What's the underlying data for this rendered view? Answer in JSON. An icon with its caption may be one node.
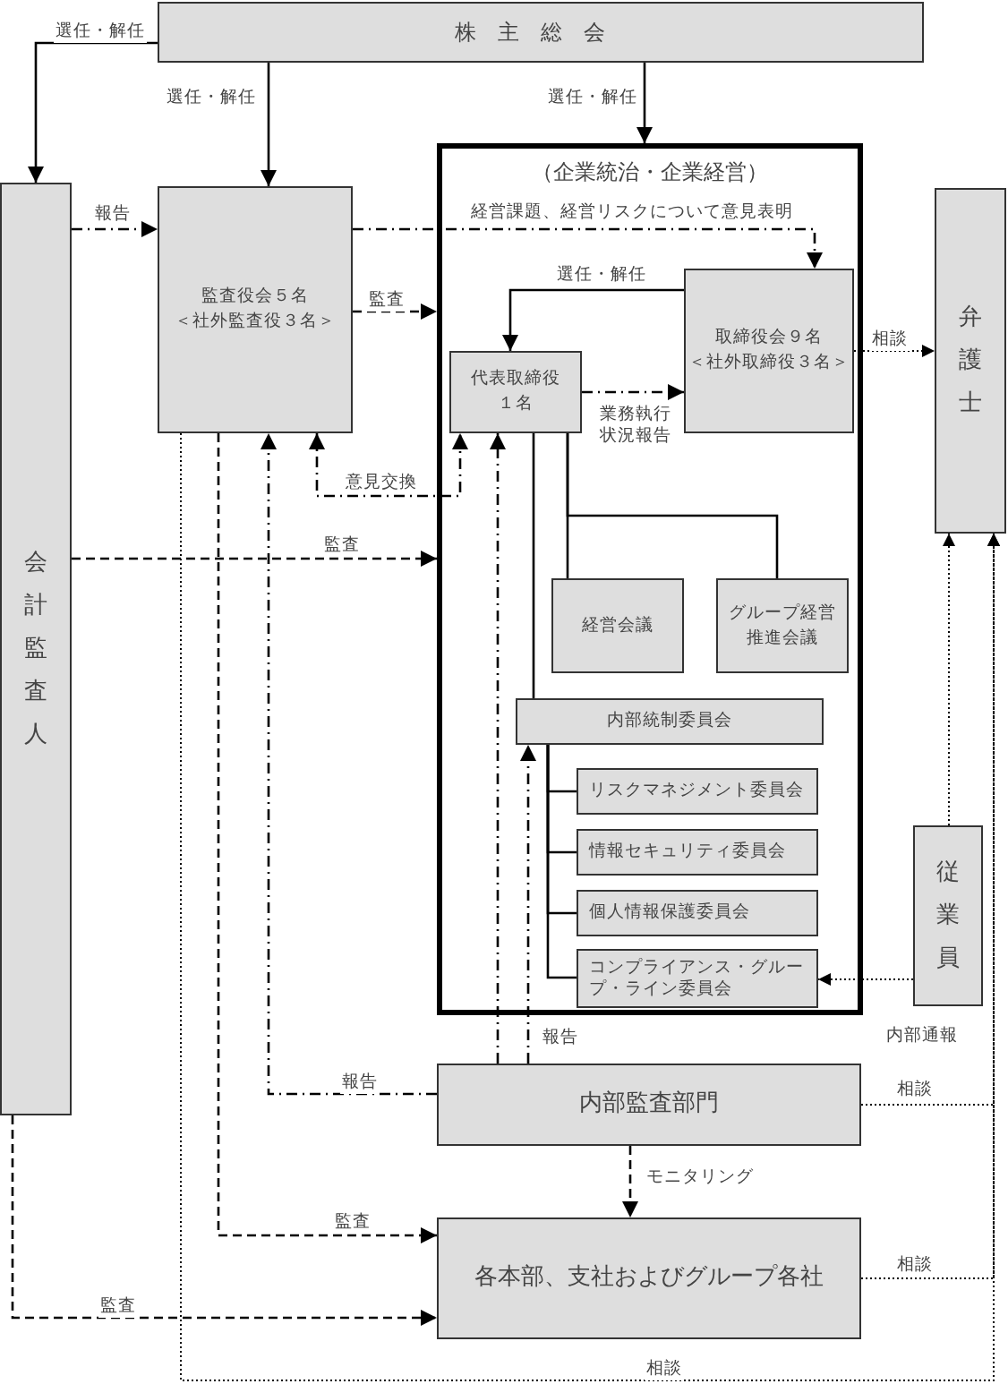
{
  "diagram": {
    "nodes": [
      {
        "text": [
          "株主総会"
        ]
      },
      {
        "text": [
          "会計監査人"
        ]
      },
      {
        "text": [
          "監査役会５名",
          "＜社外監査役３名＞"
        ]
      },
      {
        "text": [
          "（企業統治・企業経営）"
        ]
      },
      {
        "text": [
          "代表取締役",
          "１名"
        ],
        "in": 3
      },
      {
        "text": [
          "取締役会９名",
          "＜社外取締役３名＞"
        ],
        "in": 3
      },
      {
        "text": [
          "弁護士"
        ]
      },
      {
        "text": [
          "経営会議"
        ],
        "in": 3
      },
      {
        "text": [
          "グループ経営推進会議"
        ],
        "in": 3
      },
      {
        "text": [
          "内部統制委員会"
        ],
        "in": 3
      },
      {
        "text": [
          "リスクマネジメント委員会"
        ],
        "in": 3
      },
      {
        "text": [
          "情報セキュリティ委員会"
        ],
        "in": 3
      },
      {
        "text": [
          "個人情報保護委員会"
        ],
        "in": 3
      },
      {
        "text": [
          "コンプライアンス・グループ・ライン委員会"
        ],
        "in": 3
      },
      {
        "text": [
          "従業員"
        ]
      },
      {
        "text": [
          "内部監査部門"
        ]
      },
      {
        "text": [
          "各本部、支社およびグループ各社"
        ]
      }
    ],
    "edges": [
      {
        "from": 0,
        "to": 1,
        "arrow": "to",
        "label": "選任・解任"
      },
      {
        "from": 0,
        "to": 2,
        "arrow": "to",
        "label": "選任・解任"
      },
      {
        "from": 0,
        "to": 3,
        "arrow": "to",
        "label": "選任・解任"
      },
      {
        "from": 1,
        "to": 2,
        "arrow": "to",
        "label": "報告",
        "style": "dashed"
      },
      {
        "from": 2,
        "to": 5,
        "arrow": "to",
        "label": "経営課題、経営リスクについて意見表明",
        "style": "dashed"
      },
      {
        "from": 2,
        "to": 3,
        "arrow": "to",
        "label": "監査",
        "style": "dashed"
      },
      {
        "from": 5,
        "to": 4,
        "arrow": "to",
        "label": "選任・解任"
      },
      {
        "from": 4,
        "to": 5,
        "arrow": "to",
        "label": "業務執行状況報告",
        "style": "dashed"
      },
      {
        "from": 2,
        "to": 4,
        "arrow": "both",
        "label": "意見交換",
        "style": "dashed"
      },
      {
        "from": 1,
        "to": 3,
        "arrow": "to",
        "label": "監査",
        "style": "dashed"
      },
      {
        "from": 5,
        "to": 6,
        "arrow": "to",
        "label": "相談",
        "style": "dashed"
      },
      {
        "from": 4,
        "to": 7,
        "arrow": "none"
      },
      {
        "from": 4,
        "to": 8,
        "arrow": "none"
      },
      {
        "from": 4,
        "to": 9,
        "arrow": "none"
      },
      {
        "from": 9,
        "to": 10,
        "arrow": "none"
      },
      {
        "from": 9,
        "to": 11,
        "arrow": "none"
      },
      {
        "from": 9,
        "to": 12,
        "arrow": "none"
      },
      {
        "from": 9,
        "to": 13,
        "arrow": "none"
      },
      {
        "from": 14,
        "to": 13,
        "arrow": "to",
        "label": "内部通報",
        "style": "dashed"
      },
      {
        "from": 14,
        "to": 6,
        "arrow": "to",
        "style": "dashed"
      },
      {
        "from": 15,
        "to": 2,
        "arrow": "to",
        "label": "報告",
        "style": "dashed"
      },
      {
        "from": 15,
        "to": 4,
        "arrow": "to",
        "style": "dashed"
      },
      {
        "from": 15,
        "to": 9,
        "arrow": "to",
        "label": "報告",
        "style": "dashed"
      },
      {
        "from": 2,
        "to": 16,
        "arrow": "to",
        "label": "監査",
        "style": "dashed"
      },
      {
        "from": 1,
        "to": 16,
        "arrow": "to",
        "label": "監査",
        "style": "dashed"
      },
      {
        "from": 15,
        "to": 16,
        "arrow": "to",
        "label": "モニタリング",
        "style": "dashed"
      },
      {
        "from": 15,
        "to": 6,
        "arrow": "to",
        "label": "相談",
        "style": "dashed"
      },
      {
        "from": 16,
        "to": 6,
        "arrow": "to",
        "label": "相談",
        "style": "dashed"
      },
      {
        "from": 2,
        "to": 6,
        "arrow": "to",
        "label": "相談",
        "style": "dashed"
      }
    ]
  }
}
